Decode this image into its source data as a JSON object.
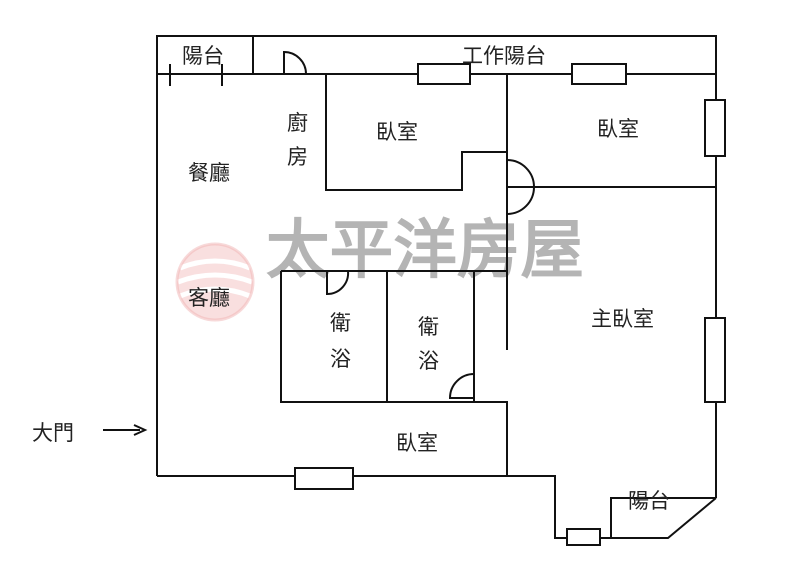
{
  "labels": {
    "balcony_top": "陽台",
    "work_balcony": "工作陽台",
    "kitchen": "廚房",
    "bedroom_1": "臥室",
    "bedroom_2": "臥室",
    "dining": "餐廳",
    "living": "客廳",
    "bath_1": "衛浴",
    "bath_2": "衛浴",
    "master_bedroom": "主臥室",
    "bedroom_3": "臥室",
    "entrance": "大門",
    "balcony_bottom": "陽台"
  },
  "watermark": {
    "text": "太平洋房屋",
    "logo_color": "#e05a5a"
  }
}
